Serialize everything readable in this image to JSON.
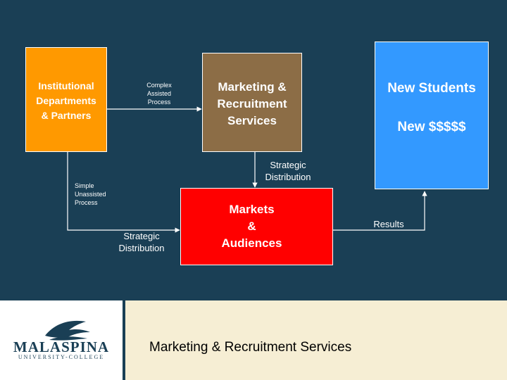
{
  "nodes": {
    "institutional": {
      "lines": [
        "Institutional",
        "Departments",
        "& Partners"
      ]
    },
    "marketing_services": {
      "lines": [
        "Marketing &",
        "Recruitment",
        "Services"
      ]
    },
    "new_students": {
      "title": "New Students",
      "money": "New $$$$$"
    },
    "markets": {
      "lines": [
        "Markets",
        "&",
        "Audiences"
      ]
    }
  },
  "edges": {
    "complex": {
      "lines": [
        "Complex",
        "Assisted",
        "Process"
      ]
    },
    "simple": {
      "lines": [
        "Simple",
        "Unassisted",
        "Process"
      ]
    },
    "strategic_top": {
      "lines": [
        "Strategic",
        "Distribution"
      ]
    },
    "strategic_bottom": {
      "lines": [
        "Strategic",
        "Distribution"
      ]
    },
    "results": {
      "label": "Results"
    }
  },
  "footer": {
    "logo_name": "MALASPINA",
    "logo_sub": "UNIVERSITY-COLLEGE",
    "title": "Marketing & Recruitment Services"
  },
  "colors": {
    "background": "#1a3f55",
    "institutional": "#ff9900",
    "marketing": "#8c6d46",
    "new_students": "#3399ff",
    "markets": "#ff0000",
    "footer_right": "#f6eed4"
  }
}
